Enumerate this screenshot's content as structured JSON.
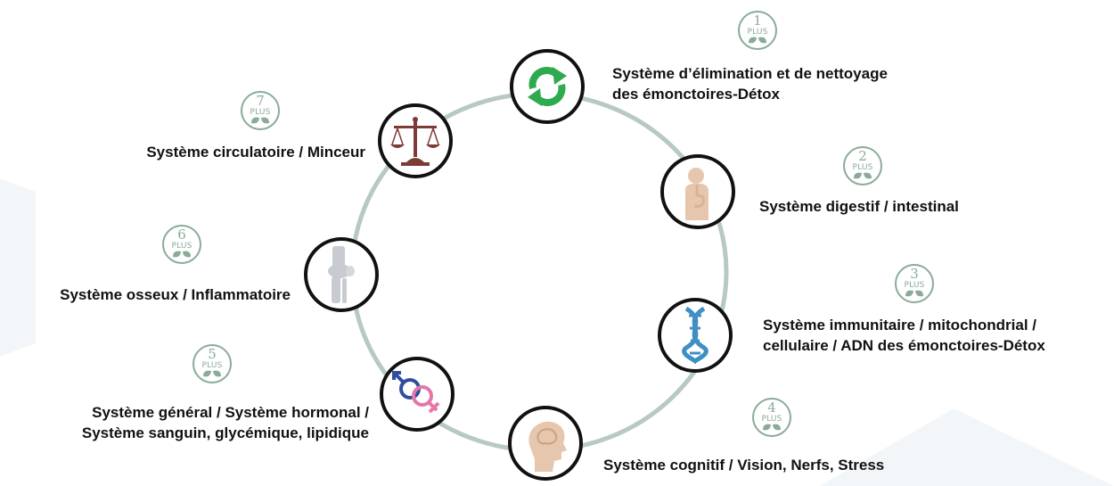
{
  "systems": [
    {
      "number": "1",
      "badge_text": "PLUS",
      "icon": "recycle-arrows-icon",
      "accent": "#2eaa4f",
      "label_lines": [
        "Système d’élimination et de nettoyage",
        "des émonctoires-Détox"
      ]
    },
    {
      "number": "2",
      "badge_text": "PLUS",
      "icon": "digestive-body-icon",
      "accent": "#e6c7ad",
      "label_lines": [
        "Système digestif / intestinal"
      ]
    },
    {
      "number": "3",
      "badge_text": "PLUS",
      "icon": "dna-helix-icon",
      "accent": "#3f8fc4",
      "label_lines": [
        "Système immunitaire / mitochondrial /",
        "cellulaire / ADN des émonctoires-Détox"
      ]
    },
    {
      "number": "4",
      "badge_text": "PLUS",
      "icon": "head-brain-icon",
      "accent": "#e6c7ad",
      "label_lines": [
        "Système cognitif / Vision, Nerfs, Stress"
      ]
    },
    {
      "number": "5",
      "badge_text": "PLUS",
      "icon": "gender-symbols-icon",
      "accent": "#e378a8",
      "label_lines": [
        "Système général / Système hormonal /",
        "Système sanguin, glycémique, lipidique"
      ]
    },
    {
      "number": "6",
      "badge_text": "PLUS",
      "icon": "knee-joint-icon",
      "accent": "#c8ccd0",
      "label_lines": [
        "Système osseux / Inflammatoire"
      ]
    },
    {
      "number": "7",
      "badge_text": "PLUS",
      "icon": "balance-scale-icon",
      "accent": "#7d3b37",
      "label_lines": [
        "Système circulatoire / Minceur"
      ]
    }
  ],
  "colors": {
    "ring": "#b7c9c2",
    "badge": "#8aab98",
    "node_border": "#111111",
    "background_shape": "#f3f6f8"
  }
}
